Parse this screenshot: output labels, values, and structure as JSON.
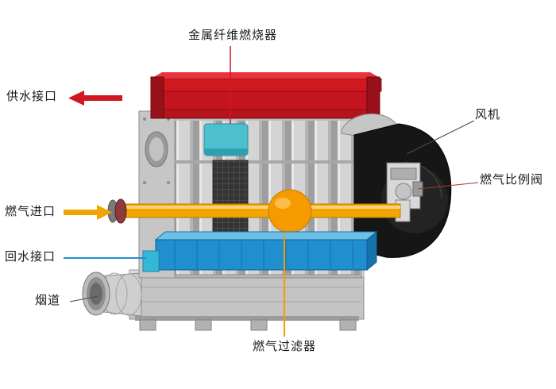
{
  "diagram": {
    "labels": {
      "burner": "金属纤维燃烧器",
      "water_supply": "供水接口",
      "fan": "风机",
      "gas_valve": "燃气比例阀",
      "gas_inlet": "燃气进口",
      "water_return": "回水接口",
      "flue": "烟道",
      "gas_filter": "燃气过滤器"
    },
    "colors": {
      "supply_red": "#cf1820",
      "gas_yellow": "#f2a500",
      "return_blue": "#1f8fd0",
      "filter_orange": "#f59b00",
      "burner_cyan": "#4cc0cf",
      "fan_black": "#161616",
      "body_gray": "#c9c9c9",
      "text": "#1a1a1a"
    }
  }
}
